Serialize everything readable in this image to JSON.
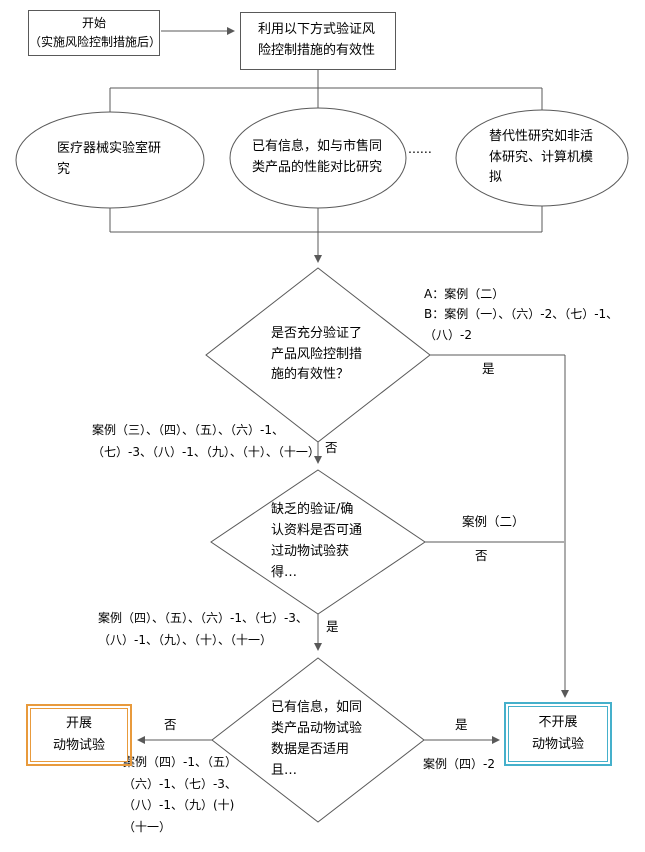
{
  "colors": {
    "connector": "#595959",
    "shape_border": "#595959",
    "do_test_border": "#E89A3C",
    "no_test_border": "#45B0CB"
  },
  "nodes": {
    "start": {
      "title": "开始",
      "subtitle": "（实施风险控制措施后）"
    },
    "verify": {
      "text": "利用以下方式验证风险控制措施的有效性"
    },
    "lab_study": {
      "text": "医疗器械实验室研究"
    },
    "existing_info": {
      "text": "已有信息，如与市售同类产品的性能对比研究"
    },
    "alternative_study": {
      "text": "替代性研究如非活体研究、计算机模拟"
    },
    "ellipsis": "......",
    "decision1": {
      "text": "是否充分验证了产品风险控制措施的有效性？"
    },
    "decision2": {
      "text": "缺乏的验证/确认资料是否可通过动物试验获得…"
    },
    "decision3": {
      "text": "已有信息，如同类产品动物试验数据是否适用且…"
    },
    "do_animal_test": {
      "line1": "开展",
      "line2": "动物试验"
    },
    "no_animal_test": {
      "line1": "不开展",
      "line2": "动物试验"
    }
  },
  "edge_labels": {
    "d1_yes": "是",
    "d1_no": "否",
    "d1_yes_cases_a": "A：案例（二）",
    "d1_yes_cases_b": "B：案例（一）、（六）-2、（七）-1、（八）-2",
    "d1_no_cases": "案例（三）、（四）、（五）、（六）-1、（七）-3、（八）-1、（九）、（十）、（十一）",
    "d2_no": "否",
    "d2_no_cases": "案例（二）",
    "d2_yes": "是",
    "d2_yes_cases": "案例（四）、（五）、（六）-1、（七）-3、（八）-1、（九）、（十）、（十一）",
    "d3_no": "否",
    "d3_no_cases": "案例（四）-1、（五）（六）-1、（七）-3、（八）-1、（九）(十)（十一）",
    "d3_yes": "是",
    "d3_yes_cases": "案例（四）-2"
  }
}
